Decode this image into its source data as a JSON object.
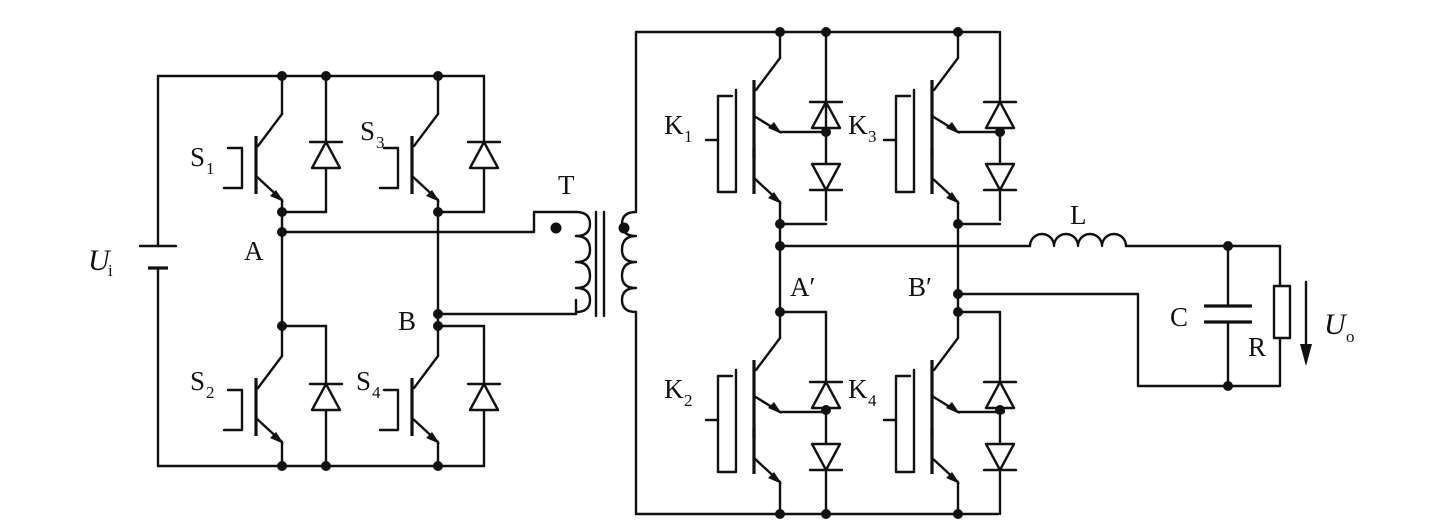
{
  "labels": {
    "ui": "U",
    "ui_sub": "i",
    "s1": "S",
    "s1_sub": "1",
    "s2": "S",
    "s2_sub": "2",
    "s3": "S",
    "s3_sub": "3",
    "s4": "S",
    "s4_sub": "4",
    "a": "A",
    "b": "B",
    "t": "T",
    "k1": "K",
    "k1_sub": "1",
    "k2": "K",
    "k2_sub": "2",
    "k3": "K",
    "k3_sub": "3",
    "k4": "K",
    "k4_sub": "4",
    "a_prime": "A′",
    "b_prime": "B′",
    "l": "L",
    "c": "C",
    "r": "R",
    "uo": "U",
    "uo_sub": "o"
  },
  "colors": {
    "wire": "#111111",
    "background": "#ffffff"
  }
}
